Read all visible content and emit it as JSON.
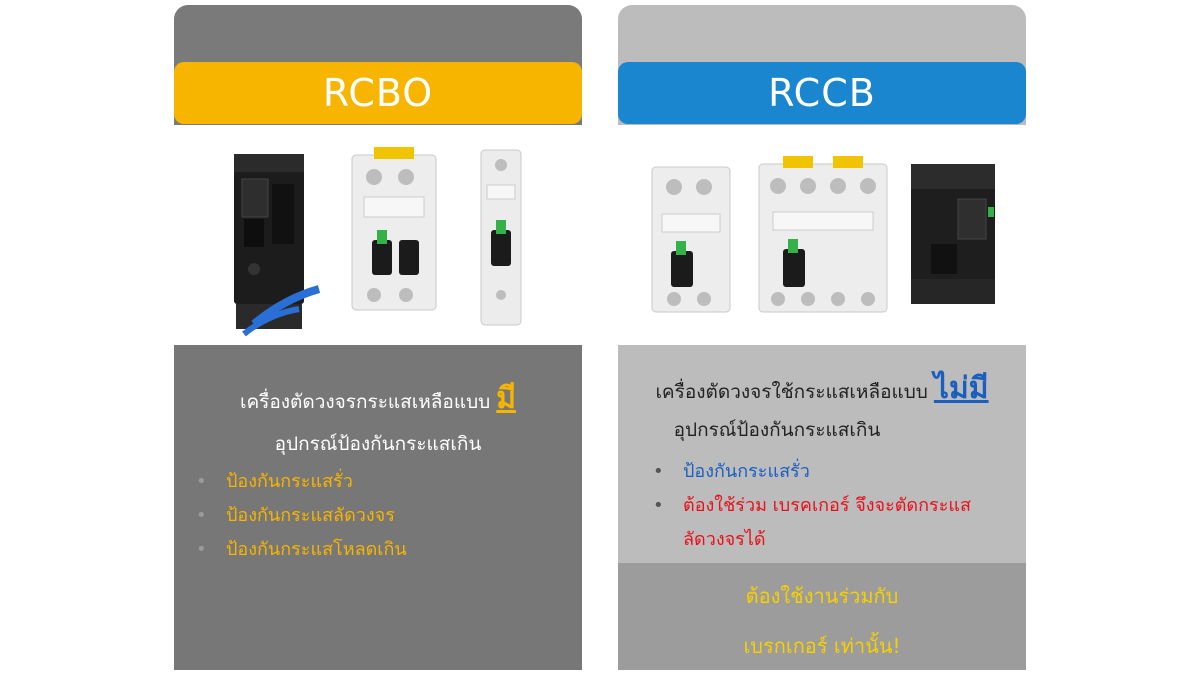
{
  "rcbo": {
    "title": "RCBO",
    "desc_line1": "เครื่องตัดวงจรกระแสเหลือแบบ",
    "desc_emph": "มี",
    "desc_line2": "อุปกรณ์ป้องกันกระแสเกิน",
    "bullets": [
      "ป้องกันกระแสรั่ว",
      "ป้องกันกระแสลัดวงจร",
      "ป้องกันกระแสโหลดเกิน"
    ],
    "colors": {
      "header": "#f7b500",
      "bullet_text": "#f7b500"
    }
  },
  "rccb": {
    "title": "RCCB",
    "desc_line1": "เครื่องตัดวงจรใช้กระแสเหลือแบบ",
    "desc_emph": "ไม่มี",
    "desc_line2": "อุปกรณ์ป้องกันกระแสเกิน",
    "bullets": [
      "ป้องกันกระแสรั่ว",
      "ต้องใช้ร่วม เบรคเกอร์ จึงจะตัดกระแส",
      "ลัดวงจรได้"
    ],
    "note_line1": "ต้องใช้งานร่วมกับ",
    "note_line2": "เบรกเกอร์ เท่านั้น!",
    "colors": {
      "header": "#1a86cf",
      "bullet1": "#1a5fc0",
      "bullet2": "#e8101a",
      "note": "#f7d000"
    }
  }
}
